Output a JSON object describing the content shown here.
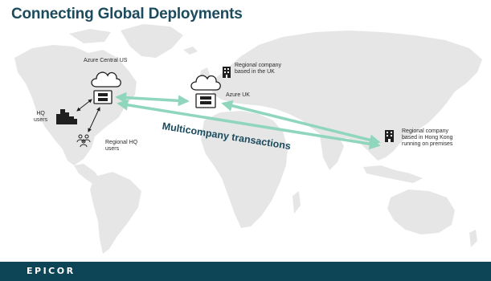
{
  "slide": {
    "title": "Connecting Global Deployments",
    "brand": "EPICOR"
  },
  "labels": {
    "azure_central_us": "Azure Central US",
    "azure_uk": "Azure UK",
    "regional_uk": [
      "Regional company",
      "based in the UK"
    ],
    "hq_users": [
      "HQ",
      "users"
    ],
    "regional_hq_users": [
      "Regional HQ",
      "users"
    ],
    "regional_hk": [
      "Regional company",
      "based in Hong Kong",
      "running on premises"
    ],
    "flow": "Multicompany transactions"
  },
  "icons": {
    "cloud": "cloud-icon",
    "server": "server-icon",
    "building": "building-icon",
    "city": "city-icon",
    "people": "people-icon"
  },
  "colors": {
    "title": "#1c4b5e",
    "arrow_green": "#8fd6bd",
    "map": "#e6e6e6",
    "footer": "#0e4556"
  }
}
